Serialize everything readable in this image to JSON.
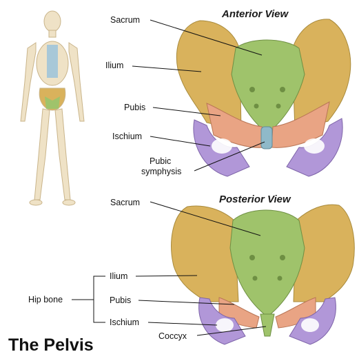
{
  "title": "The Pelvis",
  "colors": {
    "ilium": "#d9b25c",
    "sacrum": "#9fc36b",
    "pubis": "#e9a484",
    "ischium": "#b197d8",
    "symphysis": "#8fb9c9",
    "bone": "#efe2c6"
  },
  "anterior": {
    "heading": "Anterior View",
    "labels": {
      "sacrum": "Sacrum",
      "ilium": "Ilium",
      "pubis": "Pubis",
      "ischium": "Ischium",
      "symphysis_line1": "Pubic",
      "symphysis_line2": "symphysis"
    }
  },
  "posterior": {
    "heading": "Posterior View",
    "labels": {
      "sacrum": "Sacrum",
      "ilium": "Ilium",
      "pubis": "Pubis",
      "ischium": "Ischium",
      "coccyx": "Coccyx",
      "hip_bone": "Hip bone"
    }
  }
}
